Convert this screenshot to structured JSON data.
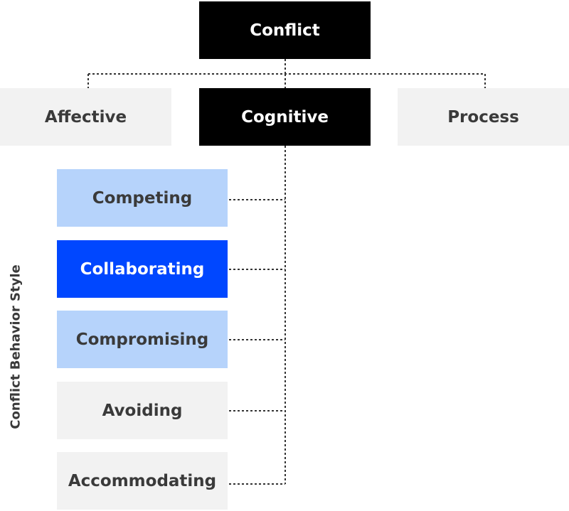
{
  "root": {
    "label": "Conflict"
  },
  "categories": [
    {
      "label": "Affective"
    },
    {
      "label": "Cognitive"
    },
    {
      "label": "Process"
    }
  ],
  "side_label": "Conflict Behavior Style",
  "styles": [
    {
      "label": "Competing"
    },
    {
      "label": "Collaborating"
    },
    {
      "label": "Compromising"
    },
    {
      "label": "Avoiding"
    },
    {
      "label": "Accommodating"
    }
  ],
  "colors": {
    "black": "#000000",
    "gray": "#f2f2f2",
    "light_blue": "#b6d3fb",
    "accent_blue": "#0047ff",
    "text_dark": "#3a3a3a",
    "connector": "#333333"
  }
}
